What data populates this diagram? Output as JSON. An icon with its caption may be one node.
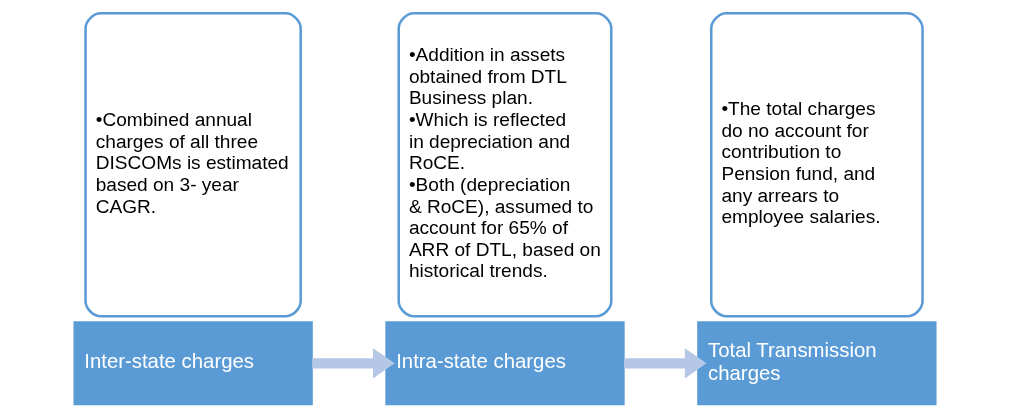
{
  "diagram": {
    "nodes": [
      {
        "text": [
          "Inter-state charges"
        ]
      },
      {
        "text": [
          "•Combined annual charges of all three DISCOMs is estimated based on 3- year CAGR."
        ]
      },
      {
        "text": [
          "Intra-state charges"
        ]
      },
      {
        "text": [
          "•Addition in assets obtained from DTL Business plan.",
          "•Which is reflected in depreciation and RoCE.",
          "•Both (depreciation & RoCE), assumed to account for 65% of ARR of DTL, based on historical trends."
        ]
      },
      {
        "text": [
          "Total Transmission charges"
        ]
      },
      {
        "text": [
          "•The total charges do no account for contribution to Pension fund, and any arrears to employee salaries."
        ]
      }
    ],
    "edges": [
      {
        "from": 0,
        "to": 2,
        "arrow": "to"
      },
      {
        "from": 2,
        "to": 4,
        "arrow": "to"
      }
    ]
  }
}
